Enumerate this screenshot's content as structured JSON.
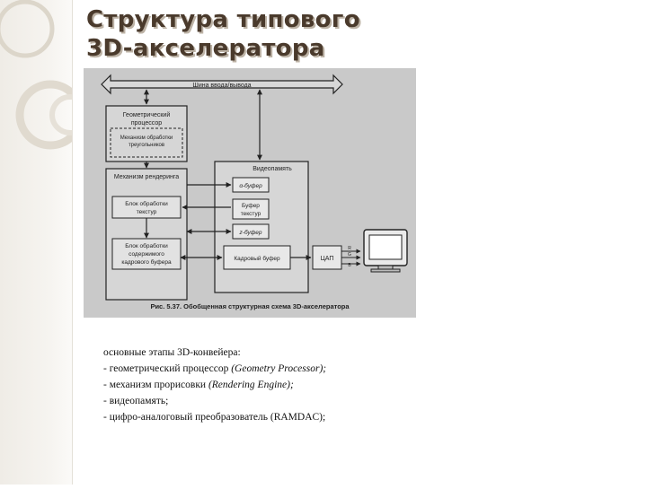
{
  "slide": {
    "title_line1": "Структура типового",
    "title_line2": "3D-акселератора"
  },
  "diagram": {
    "bus_label": "Шина ввода/вывода",
    "geometry_processor": "Геометрический процессор",
    "geometry_processor_line1": "Геометрический",
    "geometry_processor_line2": "процессор",
    "triangle_unit_line1": "Механизм обработки",
    "triangle_unit_line2": "треугольников",
    "render_engine": "Механизм рендеринга",
    "texture_unit_line1": "Блок обработки",
    "texture_unit_line2": "текстур",
    "framebuffer_unit_line1": "Блок обработки",
    "framebuffer_unit_line2": "содержимого",
    "framebuffer_unit_line3": "кадрового буфера",
    "video_memory": "Видеопамять",
    "alpha_buffer": "α-буфер",
    "texture_buffer_line1": "Буфер",
    "texture_buffer_line2": "текстур",
    "z_buffer": "z-буфер",
    "frame_buffer": "Кадровый буфер",
    "dac": "ЦАП",
    "r": "R",
    "g": "G",
    "b": "B",
    "caption": "Рис. 5.37. Обобщенная структурная схема 3D-акселератора"
  },
  "notes": {
    "heading": "основные этапы 3D-конвейера:",
    "item1_text": "- геометрический процессор ",
    "item1_italic": "(Geometry Processor);",
    "item2_text": "- механизм прорисовки ",
    "item2_italic": "(Rendering Engine);",
    "item3_text": "- видеопамять;",
    "item4_text": "- цифро-аналоговый преобразователь (RAMDAC);"
  },
  "colors": {
    "title": "#4a3a2c",
    "figure_background": "#c9c9c9",
    "sidebar": "#efece6"
  }
}
